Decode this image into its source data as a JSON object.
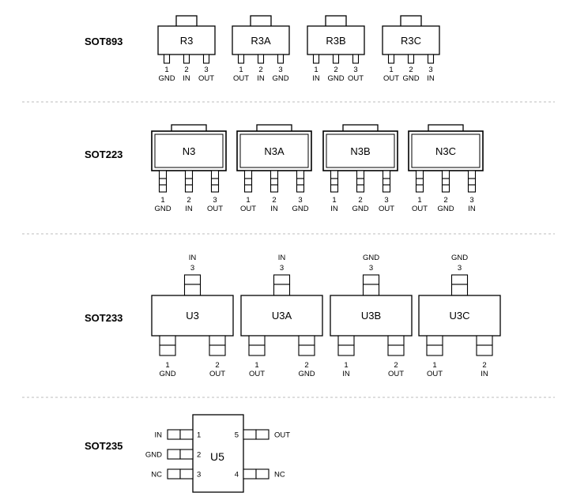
{
  "sections": [
    {
      "package": "SOT893",
      "kind": "sot893",
      "devices": [
        {
          "name": "R3",
          "pins": [
            {
              "num": "1",
              "fn": "GND"
            },
            {
              "num": "2",
              "fn": "IN"
            },
            {
              "num": "3",
              "fn": "OUT"
            }
          ]
        },
        {
          "name": "R3A",
          "pins": [
            {
              "num": "1",
              "fn": "OUT"
            },
            {
              "num": "2",
              "fn": "IN"
            },
            {
              "num": "3",
              "fn": "GND"
            }
          ]
        },
        {
          "name": "R3B",
          "pins": [
            {
              "num": "1",
              "fn": "IN"
            },
            {
              "num": "2",
              "fn": "GND"
            },
            {
              "num": "3",
              "fn": "OUT"
            }
          ]
        },
        {
          "name": "R3C",
          "pins": [
            {
              "num": "1",
              "fn": "OUT"
            },
            {
              "num": "2",
              "fn": "GND"
            },
            {
              "num": "3",
              "fn": "IN"
            }
          ]
        }
      ]
    },
    {
      "package": "SOT223",
      "kind": "sot223",
      "devices": [
        {
          "name": "N3",
          "pins": [
            {
              "num": "1",
              "fn": "GND"
            },
            {
              "num": "2",
              "fn": "IN"
            },
            {
              "num": "3",
              "fn": "OUT"
            }
          ]
        },
        {
          "name": "N3A",
          "pins": [
            {
              "num": "1",
              "fn": "OUT"
            },
            {
              "num": "2",
              "fn": "IN"
            },
            {
              "num": "3",
              "fn": "GND"
            }
          ]
        },
        {
          "name": "N3B",
          "pins": [
            {
              "num": "1",
              "fn": "IN"
            },
            {
              "num": "2",
              "fn": "GND"
            },
            {
              "num": "3",
              "fn": "OUT"
            }
          ]
        },
        {
          "name": "N3C",
          "pins": [
            {
              "num": "1",
              "fn": "OUT"
            },
            {
              "num": "2",
              "fn": "GND"
            },
            {
              "num": "3",
              "fn": "IN"
            }
          ]
        }
      ]
    },
    {
      "package": "SOT233",
      "kind": "sot233",
      "devices": [
        {
          "name": "U3",
          "pins": [
            {
              "num": "1",
              "fn": "GND"
            },
            {
              "num": "2",
              "fn": "OUT"
            },
            {
              "num": "3",
              "fn": "IN"
            }
          ]
        },
        {
          "name": "U3A",
          "pins": [
            {
              "num": "1",
              "fn": "OUT"
            },
            {
              "num": "2",
              "fn": "GND"
            },
            {
              "num": "3",
              "fn": "IN"
            }
          ]
        },
        {
          "name": "U3B",
          "pins": [
            {
              "num": "1",
              "fn": "IN"
            },
            {
              "num": "2",
              "fn": "OUT"
            },
            {
              "num": "3",
              "fn": "GND"
            }
          ]
        },
        {
          "name": "U3C",
          "pins": [
            {
              "num": "1",
              "fn": "OUT"
            },
            {
              "num": "2",
              "fn": "IN"
            },
            {
              "num": "3",
              "fn": "GND"
            }
          ]
        }
      ]
    },
    {
      "package": "SOT235",
      "kind": "sot235",
      "devices": [
        {
          "name": "U5",
          "pins": [
            {
              "num": "1",
              "fn": "IN"
            },
            {
              "num": "2",
              "fn": "GND"
            },
            {
              "num": "3",
              "fn": "NC"
            },
            {
              "num": "4",
              "fn": "NC"
            },
            {
              "num": "5",
              "fn": "OUT"
            }
          ]
        }
      ]
    }
  ]
}
